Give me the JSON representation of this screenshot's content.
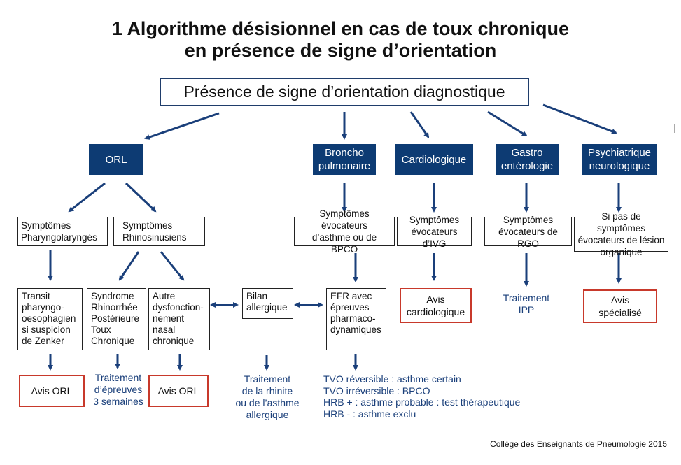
{
  "title": {
    "line1": "1  Algorithme désisionnel en cas de toux chronique",
    "line2": "en présence de signe d’orientation"
  },
  "root": "Présence de signe d’orientation diagnostique",
  "categories": {
    "orl": "ORL",
    "broncho": [
      "Broncho",
      "pulmonaire"
    ],
    "cardio": "Cardiologique",
    "gastro": [
      "Gastro",
      "entérologie"
    ],
    "psy": [
      "Psychiatrique",
      "neurologique"
    ]
  },
  "symptoms": {
    "pharyngo": [
      "Symptômes",
      "Pharyngolaryngés"
    ],
    "rhino": [
      "Symptômes",
      "Rhinosinusiens"
    ],
    "asthme": [
      "Symptômes évocateurs",
      "d’asthme ou de BPCO"
    ],
    "ivg": [
      "Symptômes",
      "évocateurs d’IVG"
    ],
    "rgo": [
      "Symptômes",
      "évocateurs de RGO"
    ],
    "psy": [
      "Si pas de symptômes",
      "évocateurs de lésion",
      "organique"
    ]
  },
  "second": {
    "transit": [
      "Transit",
      "pharyngo-",
      "oesophagien",
      "si suspicion",
      "de Zenker"
    ],
    "syndrome": [
      "Syndrome",
      "Rhinorrhée",
      "Postérieure",
      "Toux",
      "Chronique"
    ],
    "autre": [
      "Autre",
      "dysfonction-",
      "nement",
      "nasal",
      "chronique"
    ],
    "bilan": [
      "Bilan",
      "allergique"
    ],
    "efr": [
      "EFR avec",
      "épreuves",
      "pharmaco-",
      "dynamiques"
    ]
  },
  "outcomes": {
    "avis_orl_1": "Avis ORL",
    "traitement_epreuves": [
      "Traitement",
      "d’épreuves",
      "3 semaines"
    ],
    "avis_orl_2": "Avis ORL",
    "traitement_rhinite": [
      "Traitement",
      "de la rhinite",
      "ou de l’asthme",
      "allergique"
    ],
    "tvo": [
      "TVO réversible : asthme certain",
      "TVO irréversible : BPCO",
      "HRB + : asthme probable : test thérapeutique",
      "HRB - : asthme exclu"
    ],
    "avis_cardio": [
      "Avis",
      "cardiologique"
    ],
    "traitement_ipp": [
      "Traitement",
      "IPP"
    ],
    "avis_specialise": [
      "Avis",
      "spécialisé"
    ]
  },
  "credit": "Collège des Enseignants de Pneumologie 2015",
  "colors": {
    "category_fill": "#0d3b73",
    "arrow": "#1a3f7a",
    "outcome_border": "#c8392b",
    "outcome_text": "#1a3f7a"
  }
}
